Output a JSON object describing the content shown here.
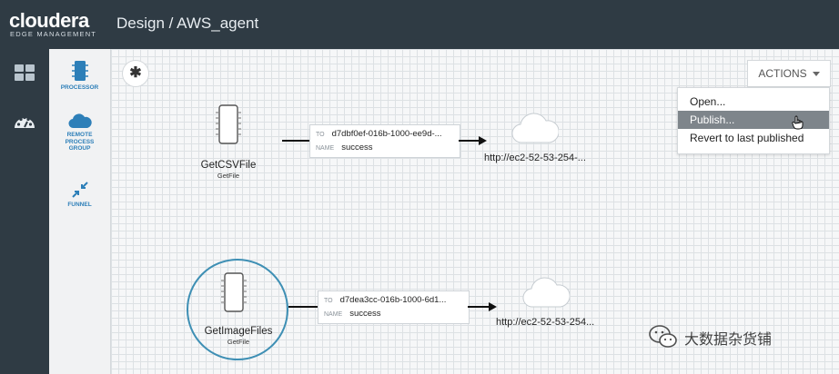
{
  "brand": {
    "name": "cloudera",
    "sub": "EDGE MANAGEMENT"
  },
  "header": {
    "title": "Design / AWS_agent"
  },
  "palette": {
    "processor": "PROCESSOR",
    "rpg": [
      "REMOTE",
      "PROCESS",
      "GROUP"
    ],
    "funnel": "FUNNEL"
  },
  "actions": {
    "label": "ACTIONS",
    "menu": [
      "Open...",
      "Publish...",
      "Revert to last published"
    ],
    "highlighted_index": 1
  },
  "flows": [
    {
      "processor": {
        "name": "GetCSVFile",
        "type": "GetFile"
      },
      "connection": {
        "to_label": "TO",
        "to": "d7dbf0ef-016b-1000-ee9d-...",
        "name_label": "NAME",
        "name": "success"
      },
      "target": "http://ec2-52-53-254-..."
    },
    {
      "processor": {
        "name": "GetImageFiles",
        "type": "GetFile"
      },
      "connection": {
        "to_label": "TO",
        "to": "d7dea3cc-016b-1000-6d1...",
        "name_label": "NAME",
        "name": "success"
      },
      "target": "http://ec2-52-53-254..."
    }
  ],
  "watermark": {
    "text": "大数据杂货铺",
    "icon": "wechat-icon"
  },
  "colors": {
    "header": "#2f3b44",
    "accent": "#2d7fb8",
    "selection": "#3e8fb4",
    "menu_highlight": "#7e858b"
  }
}
